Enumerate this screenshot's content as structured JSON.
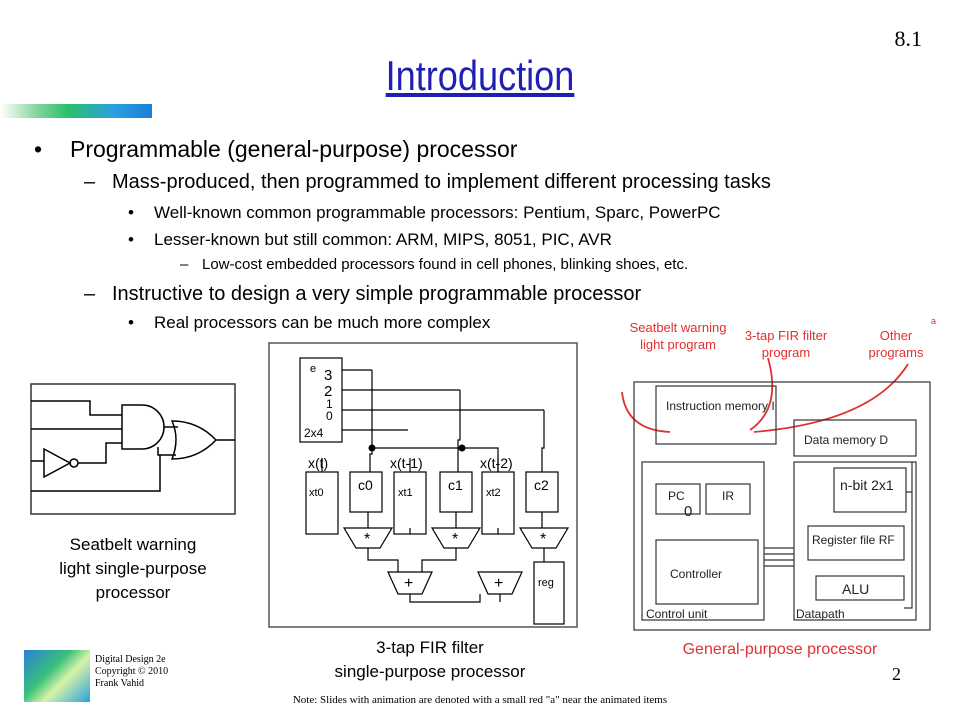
{
  "slide": {
    "section_number": "8.1",
    "title": "Introduction",
    "bullets": [
      {
        "marker": "•",
        "text": "Programmable (general-purpose) processor"
      },
      {
        "marker": "–",
        "text": "Mass-produced, then programmed to implement different processing tasks"
      },
      {
        "marker": "•",
        "text": "Well-known common programmable processors: Pentium, Sparc, PowerPC"
      },
      {
        "marker": "•",
        "text": "Lesser-known but still common: ARM, MIPS, 8051, PIC, AVR"
      },
      {
        "marker": "–",
        "text": "Low-cost embedded processors found in cell phones, blinking shoes, etc."
      },
      {
        "marker": "–",
        "text": "Instructive to design a very simple programmable processor"
      },
      {
        "marker": "•",
        "text": "Real processors can be much more complex"
      }
    ],
    "footer": [
      "Digital Design 2e",
      "Copyright © 2010",
      "Frank Vahid"
    ],
    "page_number": "2",
    "note": "Note: Slides with animation are denoted with a small red \"a\" near the animated items"
  },
  "figures": {
    "seatbelt": {
      "caption_lines": [
        "Seatbelt warning",
        "light single-purpose",
        "processor"
      ]
    },
    "fir": {
      "caption_lines": [
        "3-tap FIR filter",
        "single-purpose processor"
      ],
      "decoder": {
        "e": "e",
        "outputs": [
          "3",
          "2",
          "1",
          "0"
        ],
        "name": "2x4"
      },
      "signals": [
        "x(t)",
        "x(t-1)",
        "x(t-2)"
      ],
      "coef_regs": [
        "c0",
        "c1",
        "c2"
      ],
      "x_regs": [
        "xt0",
        "xt1",
        "xt2"
      ],
      "mult": "*",
      "add": "+",
      "out_reg": "reg"
    },
    "gpp": {
      "caption": "General-purpose processor",
      "programs": [
        "Seatbelt warning light program",
        "3-tap FIR filter program",
        "Other programs"
      ],
      "animation_marker": "a",
      "instruction_memory": "Instruction memory I",
      "data_memory": "Data memory D",
      "pc": "PC",
      "pc_value": "0",
      "ir": "IR",
      "controller": "Controller",
      "control_unit": "Control unit",
      "mux": "n-bit 2x1",
      "register_file": "Register file RF",
      "alu": "ALU",
      "datapath": "Datapath"
    }
  },
  "colors": {
    "title": "#1f1fb4",
    "accent_red": "#e03030"
  }
}
